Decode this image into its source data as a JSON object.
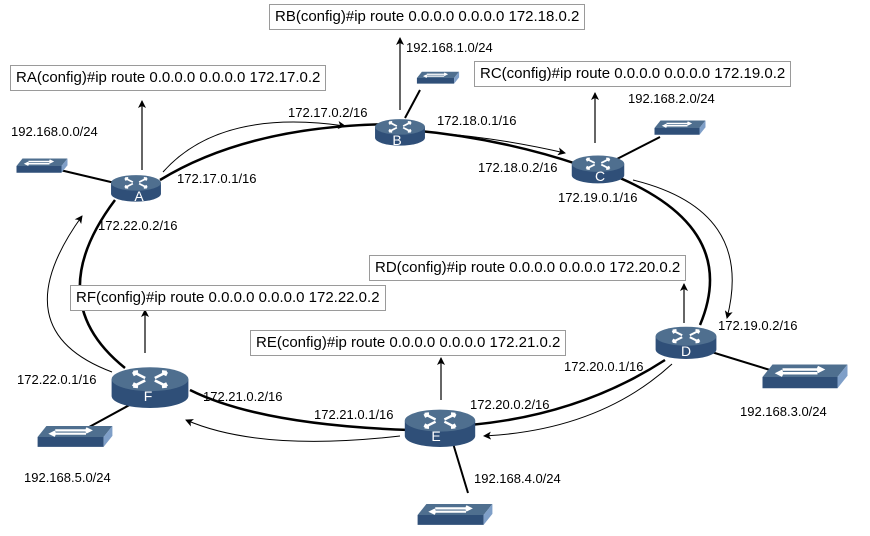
{
  "commands": {
    "RA": "RA(config)#ip route 0.0.0.0 0.0.0.0 172.17.0.2",
    "RB": "RB(config)#ip route 0.0.0.0 0.0.0.0 172.18.0.2",
    "RC": "RC(config)#ip route 0.0.0.0 0.0.0.0 172.19.0.2",
    "RD": "RD(config)#ip route 0.0.0.0 0.0.0.0 172.20.0.2",
    "RE": "RE(config)#ip route 0.0.0.0 0.0.0.0 172.21.0.2",
    "RF": "RF(config)#ip route 0.0.0.0 0.0.0.0 172.22.0.2"
  },
  "routers": {
    "A": "A",
    "B": "B",
    "C": "C",
    "D": "D",
    "E": "E",
    "F": "F"
  },
  "lans": {
    "A": "192.168.0.0/24",
    "B": "192.168.1.0/24",
    "C": "192.168.2.0/24",
    "D": "192.168.3.0/24",
    "E": "192.168.4.0/24",
    "F": "192.168.5.0/24"
  },
  "interfaces": {
    "A_B": "172.17.0.1/16",
    "B_A": "172.17.0.2/16",
    "B_C": "172.18.0.1/16",
    "C_B": "172.18.0.2/16",
    "C_D": "172.19.0.1/16",
    "D_C": "172.19.0.2/16",
    "D_E": "172.20.0.1/16",
    "E_D": "172.20.0.2/16",
    "E_F": "172.21.0.1/16",
    "F_E": "172.21.0.2/16",
    "F_A": "172.22.0.1/16",
    "A_F": "172.22.0.2/16"
  },
  "colors": {
    "device_top": "#4f6f8f",
    "device_side": "#2f4f78",
    "device_edge": "#7f9fc8",
    "link": "#000000",
    "box_border": "#9a9a9a"
  }
}
